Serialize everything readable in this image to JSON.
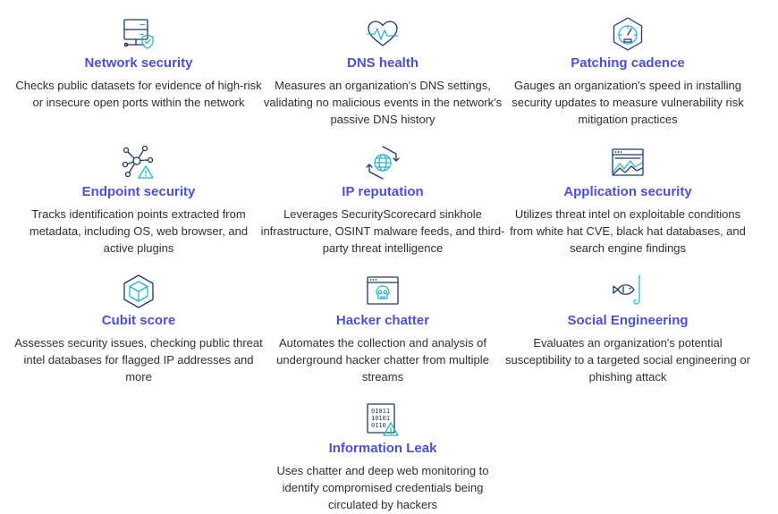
{
  "colors": {
    "title": "#4a50d9",
    "text": "#2b2f3a",
    "icon_primary": "#1e3a5f",
    "icon_accent": "#25b4cf"
  },
  "cards": [
    {
      "icon": "server-shield-icon",
      "title": "Network security",
      "description": "Checks public datasets for evidence of high-risk or insecure open ports within the network"
    },
    {
      "icon": "heartbeat-icon",
      "title": "DNS health",
      "description": "Measures an organization's DNS settings, validating no malicious events in the network's passive DNS history"
    },
    {
      "icon": "gauge-icon",
      "title": "Patching cadence",
      "description": "Gauges an organization's speed in installing security updates to measure vulnerability risk mitigation practices"
    },
    {
      "icon": "network-warning-icon",
      "title": "Endpoint security",
      "description": "Tracks identification points extracted from metadata, including OS, web browser, and active plugins"
    },
    {
      "icon": "globe-arrows-icon",
      "title": "IP reputation",
      "description": "Leverages SecurityScorecard sinkhole infrastructure, OSINT malware feeds, and third-party threat intelligence"
    },
    {
      "icon": "browser-chart-icon",
      "title": "Application security",
      "description": "Utilizes threat intel on exploitable conditions from white hat CVE, black hat databases, and search engine findings"
    },
    {
      "icon": "cube-icon",
      "title": "Cubit score",
      "description": "Assesses security issues, checking public threat intel databases for flagged IP addresses and more"
    },
    {
      "icon": "skull-window-icon",
      "title": "Hacker chatter",
      "description": "Automates the collection and analysis of underground hacker chatter from multiple streams"
    },
    {
      "icon": "fish-hook-icon",
      "title": "Social Engineering",
      "description": "Evaluates an organization's potential susceptibility to a targeted social engineering or phishing attack"
    },
    {
      "icon": "binary-warning-icon",
      "title": "Information Leak",
      "description": "Uses chatter and deep web monitoring to identify compromised credentials being circulated by hackers"
    }
  ]
}
